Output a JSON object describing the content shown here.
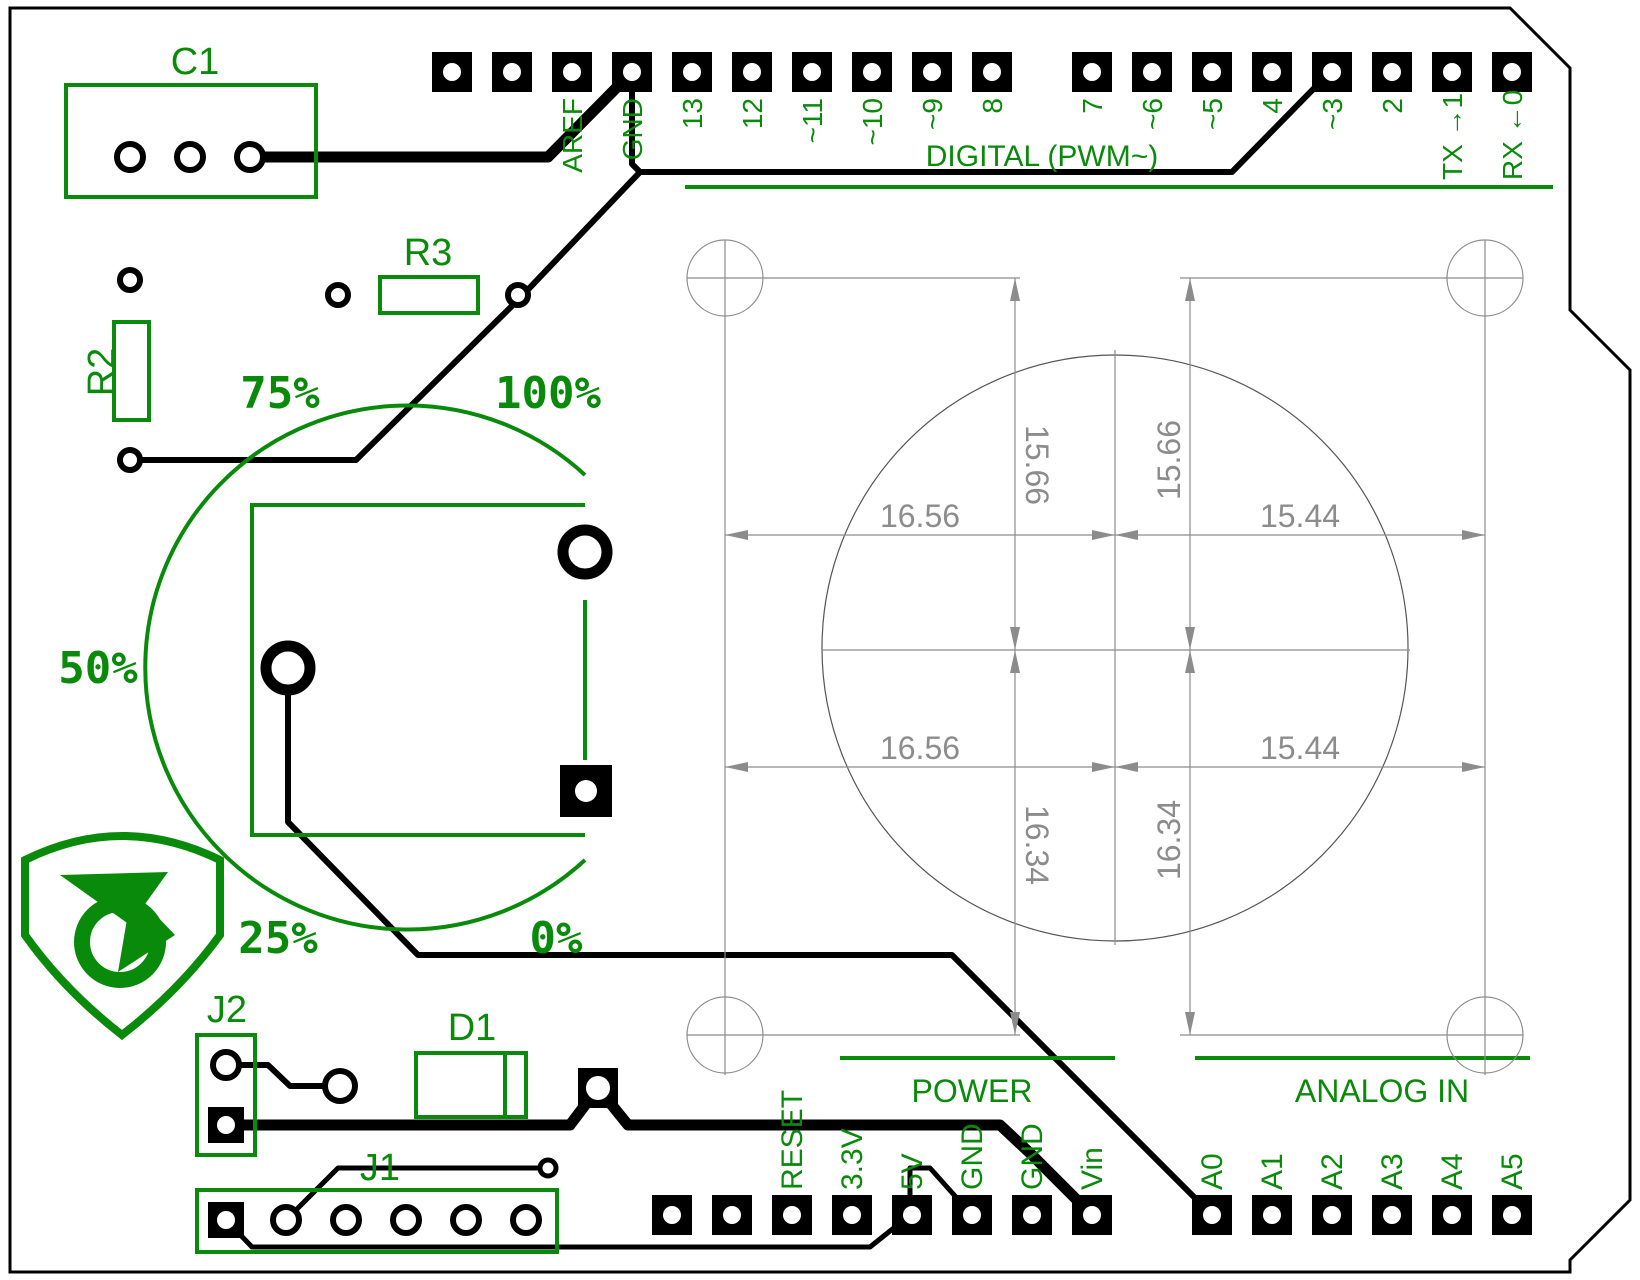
{
  "components": {
    "c1": "C1",
    "r2": "R2",
    "r3": "R3",
    "j1": "J1",
    "j2": "J2",
    "d1": "D1"
  },
  "pot_scale": {
    "p0": "0%",
    "p25": "25%",
    "p50": "50%",
    "p75": "75%",
    "p100": "100%"
  },
  "headers": {
    "digital_title": "DIGITAL (PWM~)",
    "power_title": "POWER",
    "analog_title": "ANALOG IN",
    "digital_pins": [
      "AREF",
      "GND",
      "13",
      "12",
      "~11",
      "~10",
      "~9",
      "8",
      "7",
      "~6",
      "~5",
      "4",
      "~3",
      "2",
      "TX →1",
      "RX ←0"
    ],
    "power_pins": [
      "RESET",
      "3.3V",
      "5V",
      "GND",
      "GND",
      "Vin"
    ],
    "analog_pins": [
      "A0",
      "A1",
      "A2",
      "A3",
      "A4",
      "A5"
    ]
  },
  "dimensions": {
    "upper_left_h": "16.56",
    "upper_right_h": "15.44",
    "lower_left_h": "16.56",
    "lower_right_h": "15.44",
    "upper_left_v": "15.66",
    "upper_right_v": "15.66",
    "lower_left_v": "16.34",
    "lower_right_v": "16.34"
  },
  "colors": {
    "silkscreen": "#0a8a0a",
    "copper": "#000000",
    "dimension": "#8c8c8c",
    "background": "#ffffff"
  }
}
